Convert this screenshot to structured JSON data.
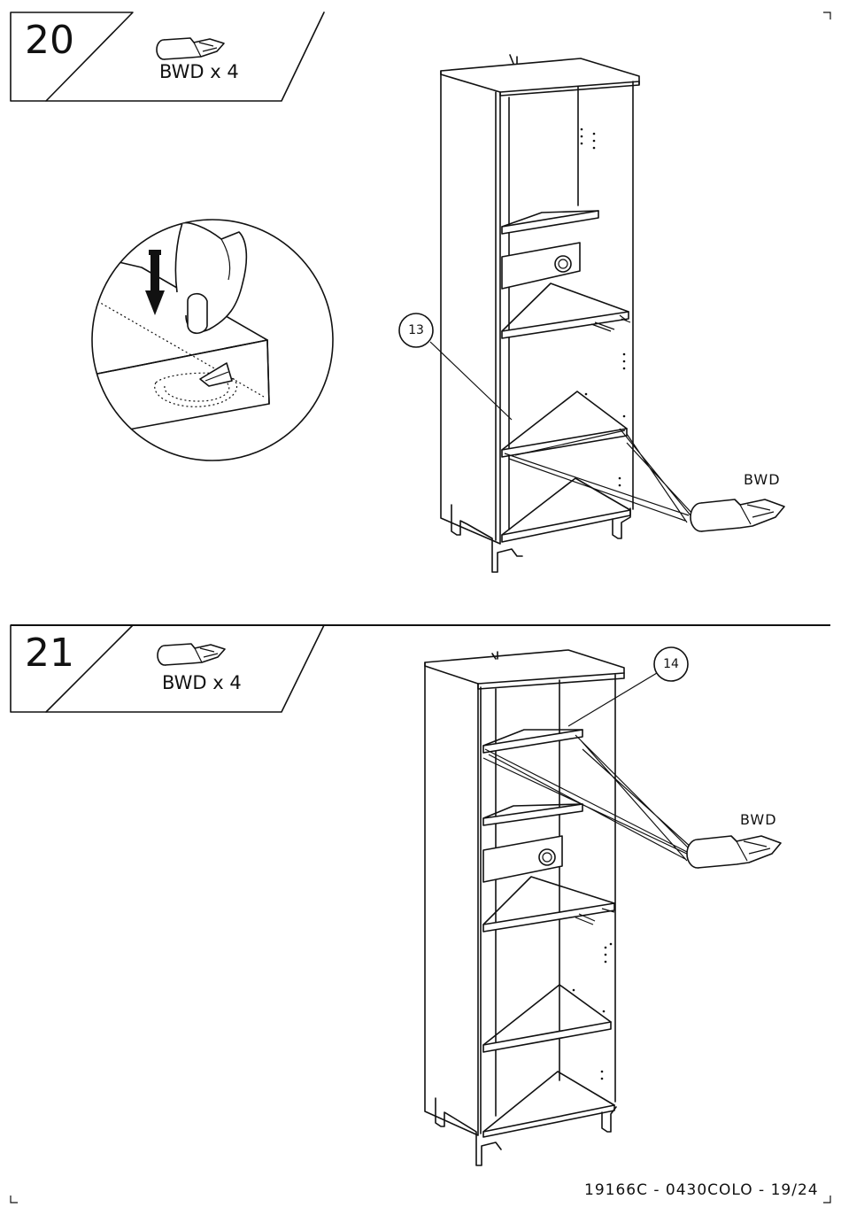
{
  "steps": [
    {
      "number": "20",
      "hardware_qty": "BWD x 4",
      "part_callout": "13",
      "hardware_label": "BWD"
    },
    {
      "number": "21",
      "hardware_qty": "BWD x 4",
      "part_callout": "14",
      "hardware_label": "BWD"
    }
  ],
  "footer": {
    "doc_ref": "19166C - 0430COLO - 19/24"
  },
  "icons": {
    "hardware": "shelf-support-pin-icon",
    "press": "finger-press-icon",
    "arrow": "down-arrow-icon"
  }
}
